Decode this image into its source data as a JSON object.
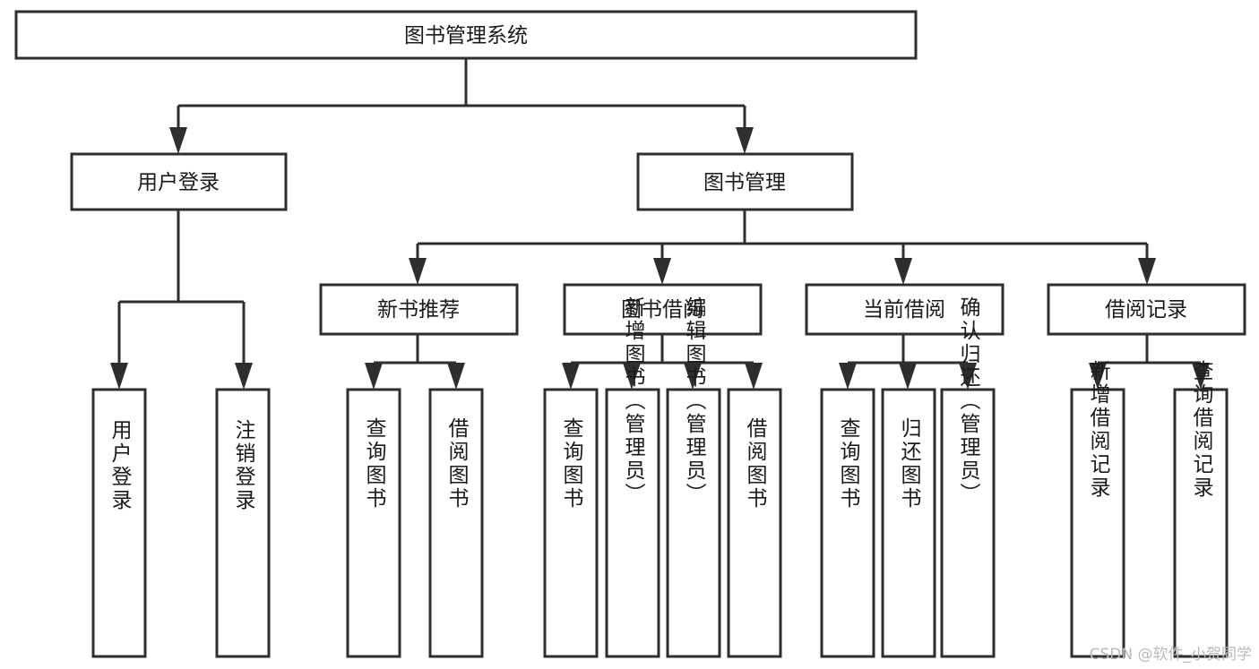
{
  "diagram": {
    "type": "tree-hierarchy-flowchart",
    "title": "图书管理系统",
    "background_color": "#ffffff",
    "line_color": "#2e2e2e",
    "text_color": "#1a1a1a",
    "levels": {
      "root": {
        "label": "图书管理系统"
      },
      "level2": [
        {
          "id": "user-login",
          "label": "用户登录"
        },
        {
          "id": "book-management",
          "label": "图书管理"
        }
      ],
      "level3": [
        {
          "id": "new-book-recommend",
          "label": "新书推荐",
          "parent": "book-management"
        },
        {
          "id": "book-borrow",
          "label": "图书借阅",
          "parent": "book-management"
        },
        {
          "id": "current-borrow",
          "label": "当前借阅",
          "parent": "book-management"
        },
        {
          "id": "borrow-record",
          "label": "借阅记录",
          "parent": "book-management"
        }
      ],
      "leaves": [
        {
          "id": "leaf-user-login",
          "label": "用户登录",
          "parent": "user-login"
        },
        {
          "id": "leaf-logout",
          "label": "注销登录",
          "parent": "user-login"
        },
        {
          "id": "leaf-query-book-1",
          "label": "查询图书",
          "parent": "new-book-recommend"
        },
        {
          "id": "leaf-borrow-book-1",
          "label": "借阅图书",
          "parent": "new-book-recommend"
        },
        {
          "id": "leaf-query-book-2",
          "label": "查询图书",
          "parent": "book-borrow"
        },
        {
          "id": "leaf-add-book",
          "label": "新增图书（管理员）",
          "parent": "book-borrow"
        },
        {
          "id": "leaf-edit-book",
          "label": "编辑图书（管理员）",
          "parent": "book-borrow"
        },
        {
          "id": "leaf-borrow-book-2",
          "label": "借阅图书",
          "parent": "book-borrow"
        },
        {
          "id": "leaf-query-book-3",
          "label": "查询图书",
          "parent": "current-borrow"
        },
        {
          "id": "leaf-return-book",
          "label": "归还图书",
          "parent": "current-borrow"
        },
        {
          "id": "leaf-confirm-return",
          "label": "确认归还（管理员）",
          "parent": "current-borrow"
        },
        {
          "id": "leaf-add-record",
          "label": "新增借阅记录",
          "parent": "borrow-record"
        },
        {
          "id": "leaf-query-record",
          "label": "查询借阅记录",
          "parent": "borrow-record"
        }
      ]
    }
  },
  "watermark": {
    "text": "CSDN @软件_小贺同学"
  }
}
